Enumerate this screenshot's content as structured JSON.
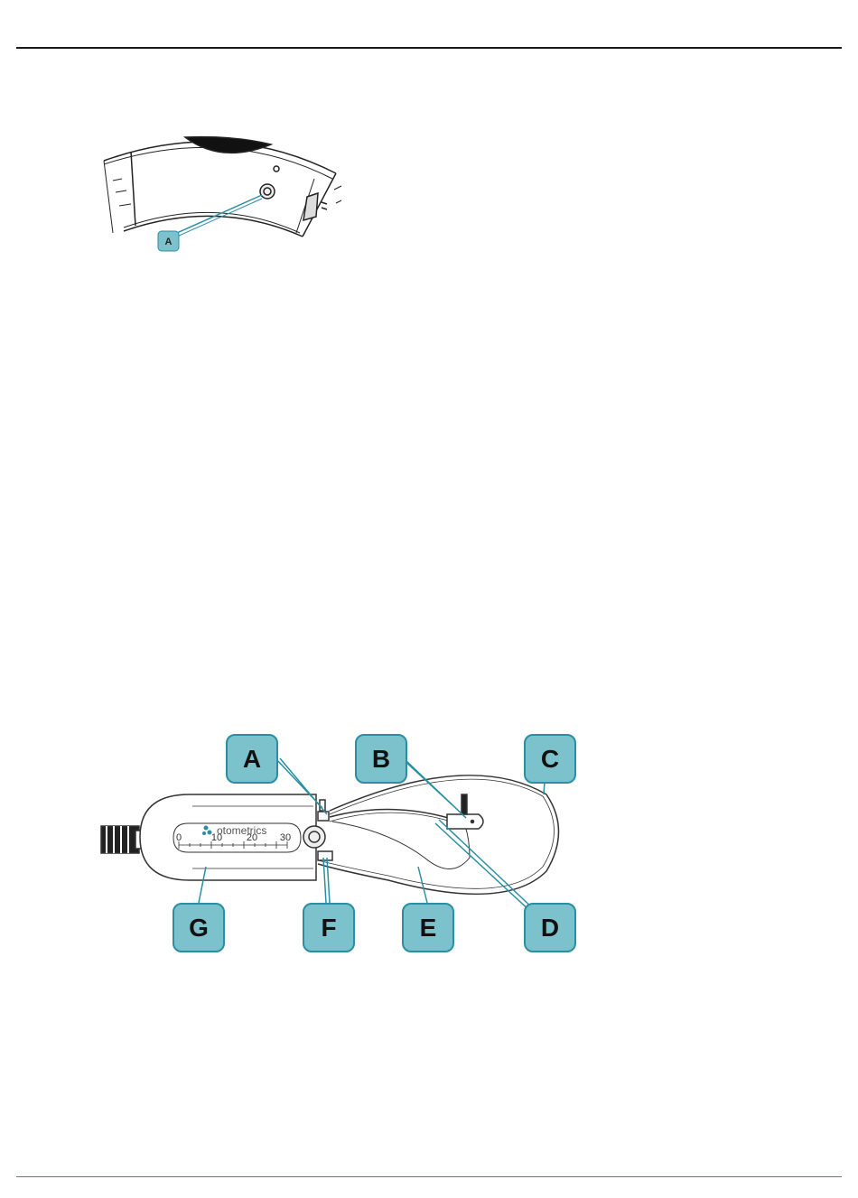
{
  "figure1": {
    "callouts": [
      "A"
    ]
  },
  "figure2": {
    "brand": "otometrics",
    "scale_labels": [
      "0",
      "10",
      "20",
      "30"
    ],
    "callouts": [
      "A",
      "B",
      "C",
      "D",
      "E",
      "F",
      "G"
    ]
  },
  "colors": {
    "callout_fill": "#7cc2cd",
    "callout_stroke": "#2a8fa3",
    "rule_bottom": "#2a8fa3"
  }
}
